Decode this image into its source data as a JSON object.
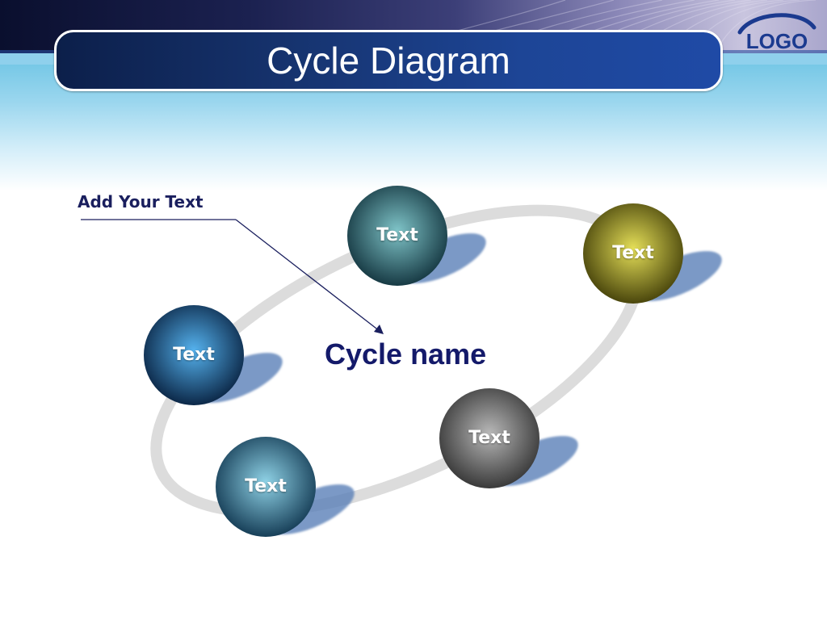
{
  "title": "Cycle Diagram",
  "logo": {
    "label": "LOGO",
    "arc_color": "#1b3a8f"
  },
  "callout": {
    "text": "Add Your Text"
  },
  "center_label": "Cycle name",
  "colors": {
    "ring": "#dcdcdc",
    "node_shadow": "#5b7fb8",
    "callout_line": "#1a1f5e"
  },
  "nodes": [
    {
      "label": "Text",
      "color_light": "#7fc4c8",
      "color_dark": "#173a44",
      "name": "node-top"
    },
    {
      "label": "Text",
      "color_light": "#e5df58",
      "color_dark": "#4a460c",
      "name": "node-right"
    },
    {
      "label": "Text",
      "color_light": "#55b2ee",
      "color_dark": "#0c2848",
      "name": "node-left"
    },
    {
      "label": "Text",
      "color_light": "#b8b8b8",
      "color_dark": "#3a3a3a",
      "name": "node-bottom-right"
    },
    {
      "label": "Text",
      "color_light": "#8fd2e6",
      "color_dark": "#173f58",
      "name": "node-bottom-left"
    }
  ]
}
